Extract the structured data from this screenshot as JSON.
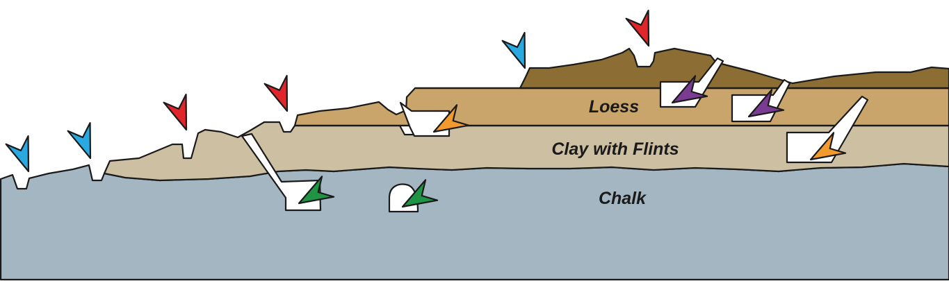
{
  "layers": {
    "loess": {
      "label": "Loess",
      "color": "#c9a46b",
      "upper_color": "#8c6d34"
    },
    "clay_with_flints": {
      "label": "Clay with Flints",
      "color": "#cdbfa2"
    },
    "chalk": {
      "label": "Chalk",
      "color": "#a3b6c2"
    }
  },
  "features": {
    "cavity_color": "#ffffff",
    "outline_color": "#1a1a1a"
  },
  "arrows": [
    {
      "id": "surface-1",
      "color": "#29a9e0"
    },
    {
      "id": "surface-2",
      "color": "#29a9e0"
    },
    {
      "id": "surface-3",
      "color": "#e0262b"
    },
    {
      "id": "surface-4",
      "color": "#e0262b"
    },
    {
      "id": "surface-5",
      "color": "#29a9e0"
    },
    {
      "id": "surface-6",
      "color": "#e0262b"
    },
    {
      "id": "pit-1",
      "color": "#1e9444"
    },
    {
      "id": "dene-hole",
      "color": "#1e9444"
    },
    {
      "id": "pit-2",
      "color": "#f29a2e"
    },
    {
      "id": "pit-3",
      "color": "#7a3c92"
    },
    {
      "id": "pit-4",
      "color": "#7a3c92"
    },
    {
      "id": "pit-5",
      "color": "#f29a2e"
    }
  ]
}
